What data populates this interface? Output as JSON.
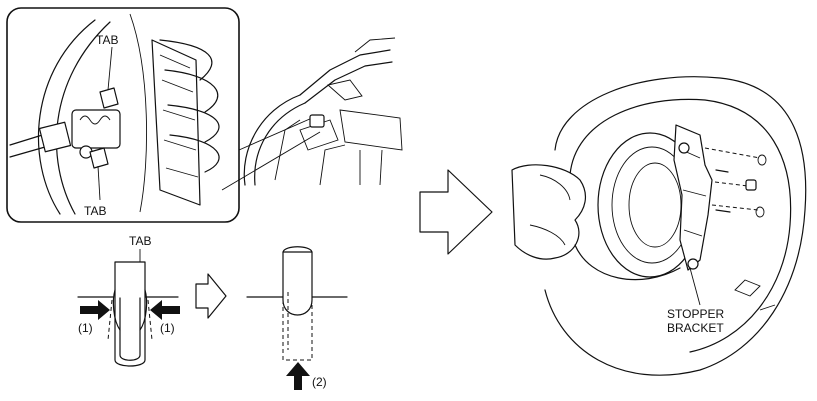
{
  "labels": {
    "tab_top": "TAB",
    "tab_bottom": "TAB",
    "tab_detail": "TAB",
    "press_left": "(1)",
    "press_right": "(1)",
    "push_up": "(2)",
    "stopper_line1": "STOPPER",
    "stopper_line2": "BRACKET"
  },
  "icons": {
    "step_arrow_large": "hollow-right-arrow-icon",
    "step_arrow_small": "hollow-right-arrow-icon",
    "press_arrow": "solid-arrow-icon",
    "push_arrow": "solid-up-arrow-icon"
  },
  "colors": {
    "ink": "#111111",
    "background": "#ffffff"
  }
}
